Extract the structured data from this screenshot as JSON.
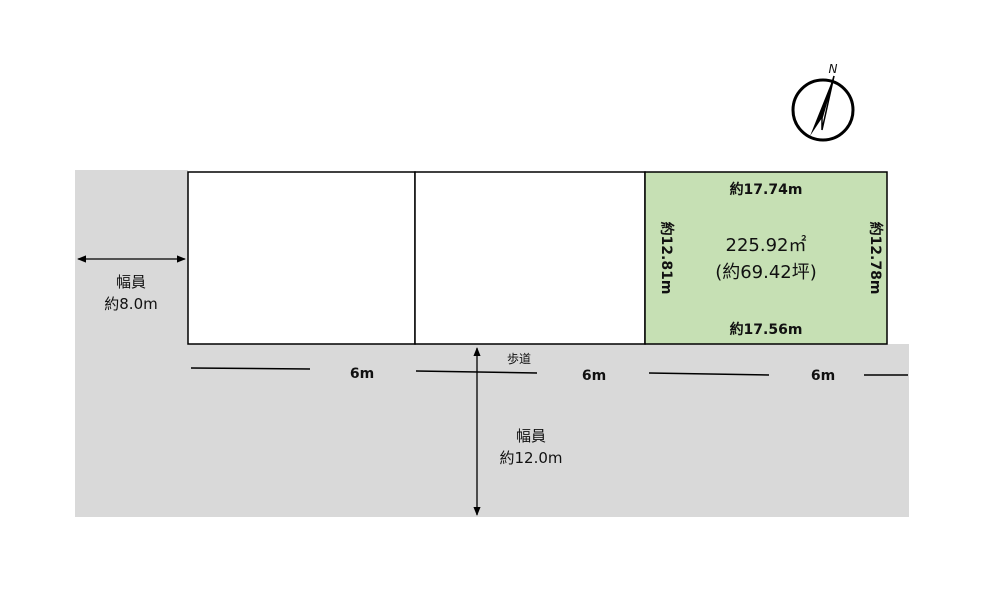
{
  "compass": {
    "north_label": "N"
  },
  "side_road": {
    "width_label": "幅員",
    "width_value": "約8.0m"
  },
  "front_road": {
    "width_label": "幅員",
    "width_value": "約12.0m",
    "sidewalk_label": "歩道",
    "segments": [
      "6m",
      "6m",
      "6m"
    ]
  },
  "lots": [
    {
      "id": "lot-1"
    },
    {
      "id": "lot-2"
    },
    {
      "id": "lot-3",
      "highlight_color": "#c6e0b4",
      "area": "225.92㎡",
      "area_tsubo": "(約69.42坪)",
      "top_edge": "約17.74m",
      "bottom_edge": "約17.56m",
      "left_edge": "約12.81m",
      "right_edge": "約12.78m"
    }
  ],
  "colors": {
    "road": "#d9d9d9",
    "outline": "#000000"
  }
}
